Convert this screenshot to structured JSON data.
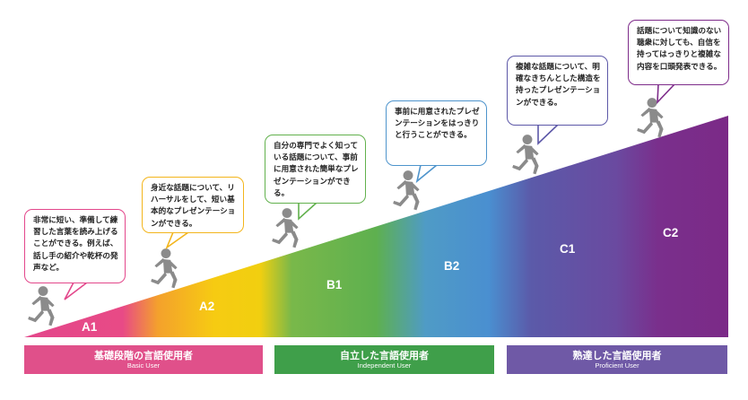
{
  "levels": [
    "A1",
    "A2",
    "B1",
    "B2",
    "C1",
    "C2"
  ],
  "bubbles": {
    "a1": "非常に短い、準備して練習した言葉を読み上げることができる。例えば、話し手の紹介や乾杯の発声など。",
    "a2": "身近な話題について、リハーサルをして、短い基本的なプレゼンテーションができる。",
    "b1": "自分の専門でよく知っている話題について、事前に用意された簡単なプレゼンテーションができる。",
    "b2": "事前に用意されたプレゼンテーションをはっきりと行うことができる。",
    "c1": "複雑な話題について、明確なきちんとした構造を持ったプレゼンテーションができる。",
    "c2": "話題について知識のない聴衆に対しても、自信を持ってはっきりと複雑な内容を口頭発表できる。"
  },
  "bands": [
    {
      "jp": "基礎段階の言語使用者",
      "en": "Basic User",
      "color": "#e0508a"
    },
    {
      "jp": "自立した言語使用者",
      "en": "Independent User",
      "color": "#3f9f4a"
    },
    {
      "jp": "熟達した言語使用者",
      "en": "Proficient User",
      "color": "#6f59a6"
    }
  ],
  "colors": {
    "a1": "#e3478b",
    "a2": "#f4c418",
    "b1": "#62b14d",
    "b2": "#4e94cc",
    "c1": "#5d58a8",
    "c2": "#7e2c8a",
    "figure": "#8c8c8c"
  },
  "icons": [
    "running-figure-icon"
  ]
}
